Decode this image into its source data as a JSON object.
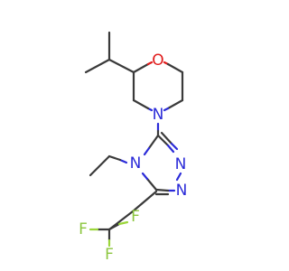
{
  "molecule": {
    "atoms": {
      "o1": {
        "element": "O",
        "label": "O"
      },
      "n_morph": {
        "element": "N",
        "label": "N"
      },
      "n4": {
        "element": "N",
        "label": "N"
      },
      "n1": {
        "element": "N",
        "label": "N"
      },
      "n2": {
        "element": "N",
        "label": "N"
      },
      "f1": {
        "element": "F",
        "label": "F"
      },
      "f2": {
        "element": "F",
        "label": "F"
      },
      "f3": {
        "element": "F",
        "label": "F"
      }
    },
    "colors": {
      "bond": "#3a3a3a",
      "nitrogen": "#2b2bd8",
      "oxygen": "#e01b1b",
      "fluorine": "#8cc63f"
    }
  }
}
